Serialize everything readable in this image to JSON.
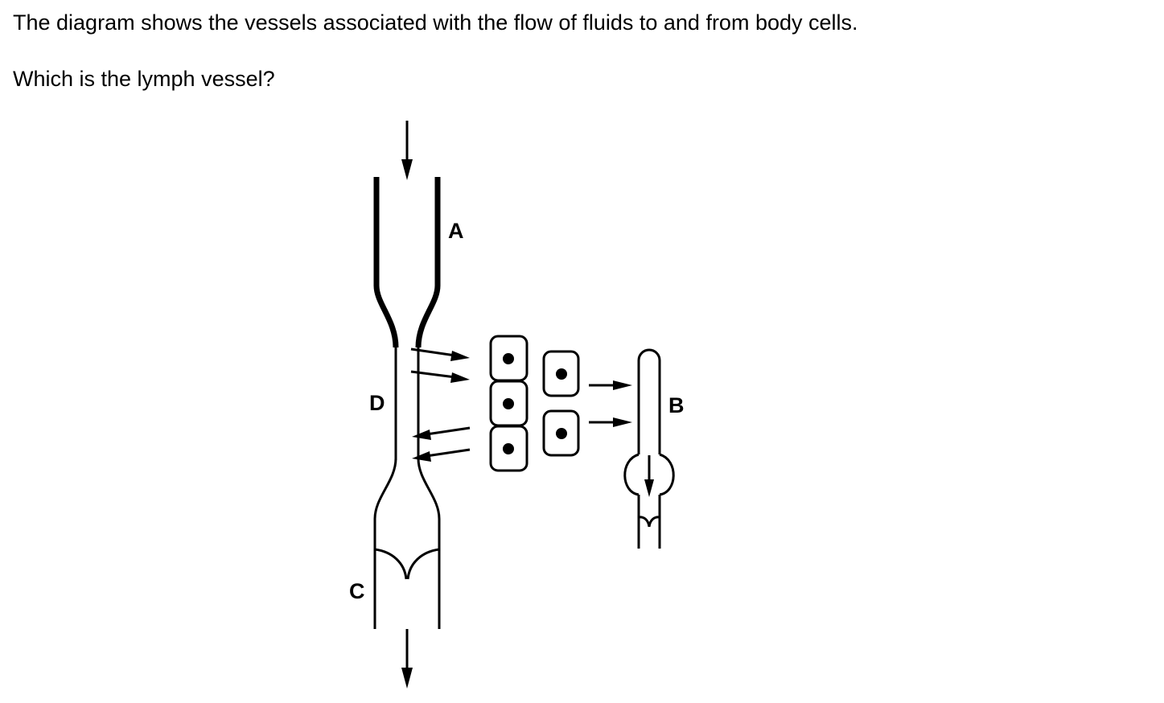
{
  "question": {
    "line1": "The diagram shows the vessels associated with the flow of fluids to and from body cells.",
    "line2": "Which is the lymph vessel?"
  },
  "diagram": {
    "labels": {
      "a": "A",
      "b": "B",
      "c": "C",
      "d": "D"
    }
  }
}
